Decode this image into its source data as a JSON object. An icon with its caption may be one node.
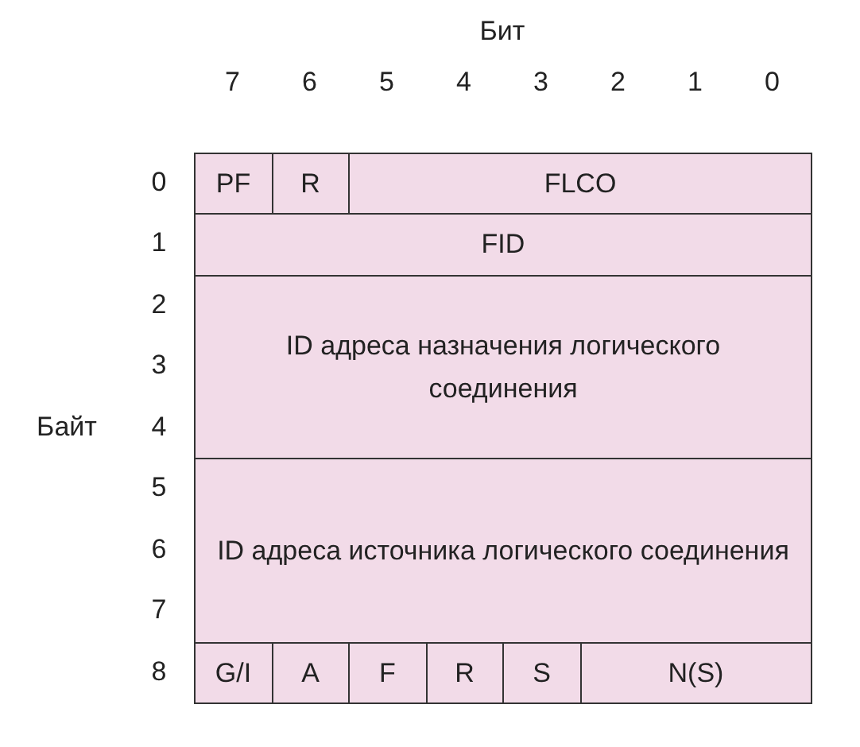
{
  "diagram": {
    "nodes": [
      {
        "text": [
          "PF"
        ]
      },
      {
        "text": [
          "R"
        ]
      },
      {
        "text": [
          "FLCO"
        ]
      },
      {
        "text": [
          "FID"
        ]
      },
      {
        "text": [
          "ID адреса назначения логического соединения"
        ]
      },
      {
        "text": [
          "ID адреса источника логического соединения"
        ]
      },
      {
        "text": [
          "G/I"
        ]
      },
      {
        "text": [
          "A"
        ]
      },
      {
        "text": [
          "F"
        ]
      },
      {
        "text": [
          "R"
        ]
      },
      {
        "text": [
          "S"
        ]
      },
      {
        "text": [
          "N(S)"
        ]
      }
    ],
    "labels": [
      "Бит",
      "7",
      "6",
      "5",
      "4",
      "3",
      "2",
      "1",
      "0",
      "0",
      "1",
      "2",
      "3",
      "Байт",
      "4",
      "5",
      "6",
      "7",
      "8"
    ]
  }
}
